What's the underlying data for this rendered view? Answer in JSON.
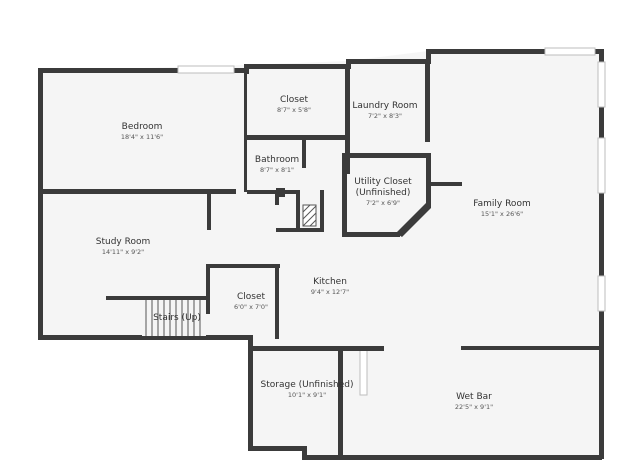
{
  "rooms": {
    "bedroom": {
      "name": "Bedroom",
      "dim": "18'4\" x 11'6\""
    },
    "closet_top": {
      "name": "Closet",
      "dim": "8'7\" x 5'8\""
    },
    "laundry": {
      "name": "Laundry Room",
      "dim": "7'2\" x 8'3\""
    },
    "bathroom": {
      "name": "Bathroom",
      "dim": "8'7\" x 8'1\""
    },
    "utility": {
      "name": "Utility Closet",
      "name2": "(Unfinished)",
      "dim": "7'2\" x 6'9\""
    },
    "family": {
      "name": "Family Room",
      "dim": "15'1\" x 26'6\""
    },
    "study": {
      "name": "Study Room",
      "dim": "14'11\" x 9'2\""
    },
    "kitchen": {
      "name": "Kitchen",
      "dim": "9'4\" x 12'7\""
    },
    "closet_mid": {
      "name": "Closet",
      "dim": "6'0\" x 7'0\""
    },
    "stairs": {
      "name": "Stairs (Up)"
    },
    "storage": {
      "name": "Storage (Unfinished)",
      "dim": "10'1\" x 9'1\""
    },
    "wetbar": {
      "name": "Wet Bar",
      "dim": "22'5\" x 9'1\""
    }
  }
}
